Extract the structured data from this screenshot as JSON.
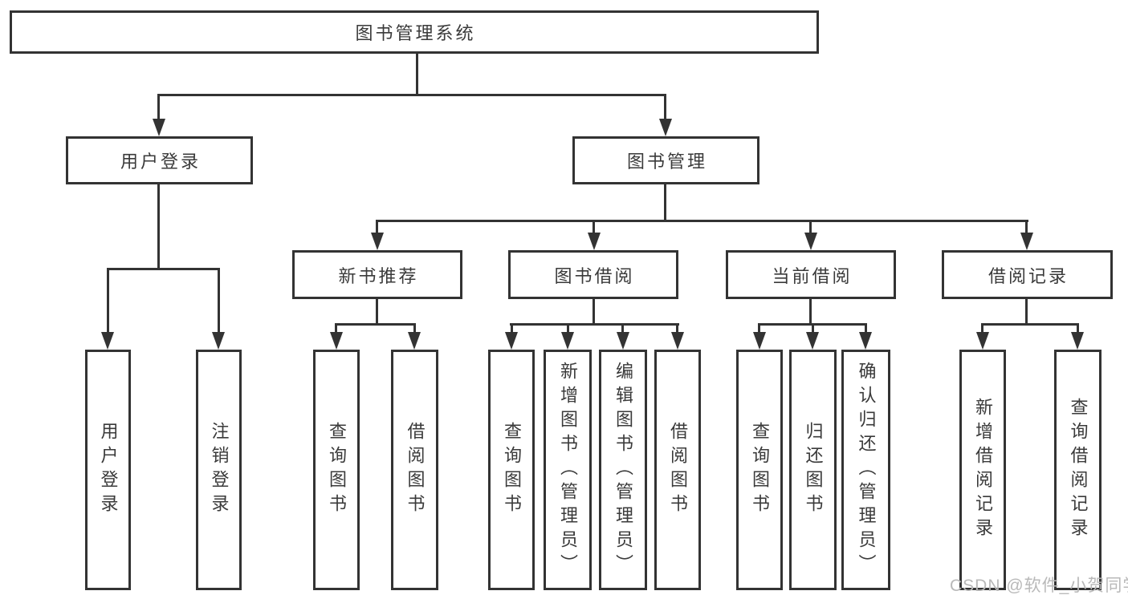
{
  "diagram": {
    "root": "图书管理系统",
    "level1": {
      "user_login": "用户登录",
      "book_mgmt": "图书管理"
    },
    "level2": {
      "new_books": "新书推荐",
      "book_borrow": "图书借阅",
      "current_borrow": "当前借阅",
      "borrow_records": "借阅记录"
    },
    "leaves": {
      "user_login": [
        "用户登录",
        "注销登录"
      ],
      "new_books": [
        "查询图书",
        "借阅图书"
      ],
      "book_borrow": [
        "查询图书",
        "新增图书（管理员）",
        "编辑图书（管理员）",
        "借阅图书"
      ],
      "current_borrow": [
        "查询图书",
        "归还图书",
        "确认归还（管理员）"
      ],
      "borrow_records": [
        "新增借阅记录",
        "查询借阅记录"
      ]
    }
  },
  "watermark": "CSDN @软件_小贺同学",
  "colors": {
    "line": "#333333",
    "text": "#3a3a3a",
    "background": "#ffffff",
    "watermark": "#b9b9b9"
  }
}
